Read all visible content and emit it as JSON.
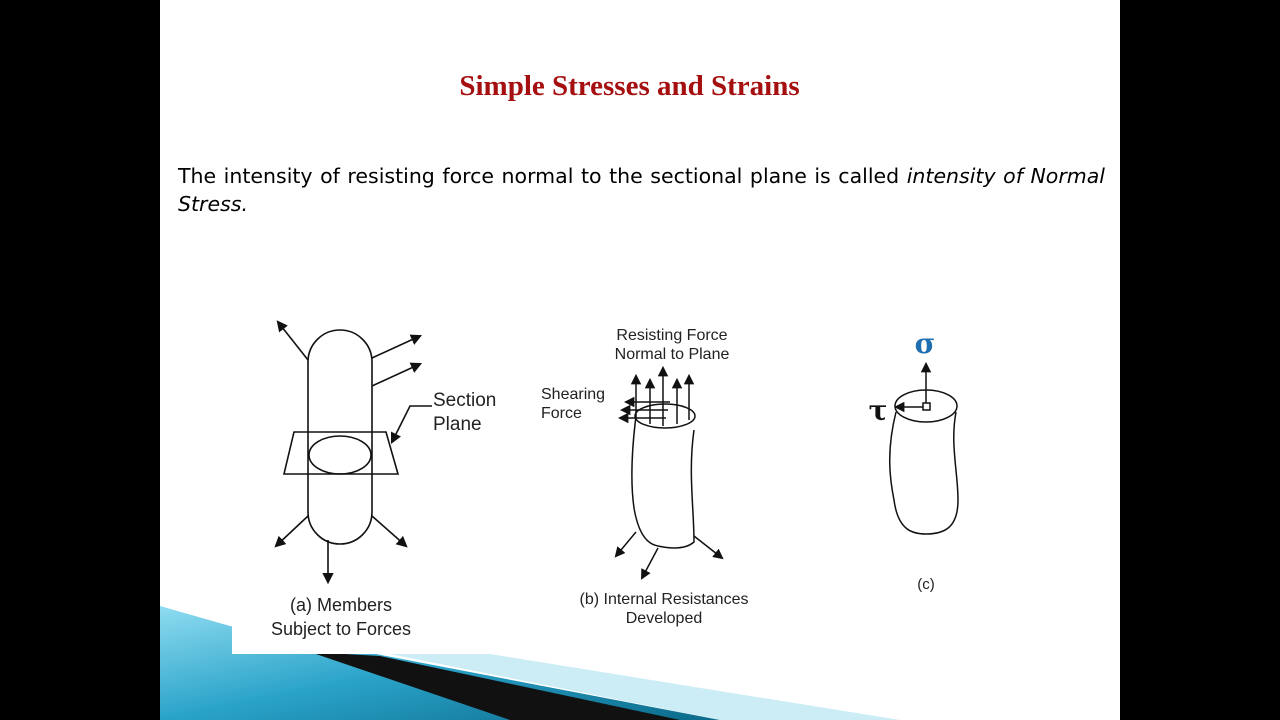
{
  "slide": {
    "title": "Simple Stresses and Strains",
    "body_plain": "The intensity of resisting force normal to the sectional plane is called ",
    "body_emphasis": "intensity of Normal Stress."
  },
  "figure_a": {
    "section_label_1": "Section",
    "section_label_2": "Plane",
    "caption_1": "(a) Members",
    "caption_2": "Subject to Forces"
  },
  "figure_b": {
    "resisting_label_1": "Resisting Force",
    "resisting_label_2": "Normal to Plane",
    "shearing_label_1": "Shearing",
    "shearing_label_2": "Force",
    "caption_1": "(b) Internal Resistances",
    "caption_2": "Developed"
  },
  "figure_c": {
    "sigma_symbol": "σ",
    "tau_symbol": "τ",
    "caption": "(c)"
  },
  "colors": {
    "title": "#a50f0f",
    "sigma": "#1f6fb0",
    "band_light": "#7fd0e8",
    "band_mid": "#2aa3c9",
    "band_dark": "#0b6a8a"
  }
}
